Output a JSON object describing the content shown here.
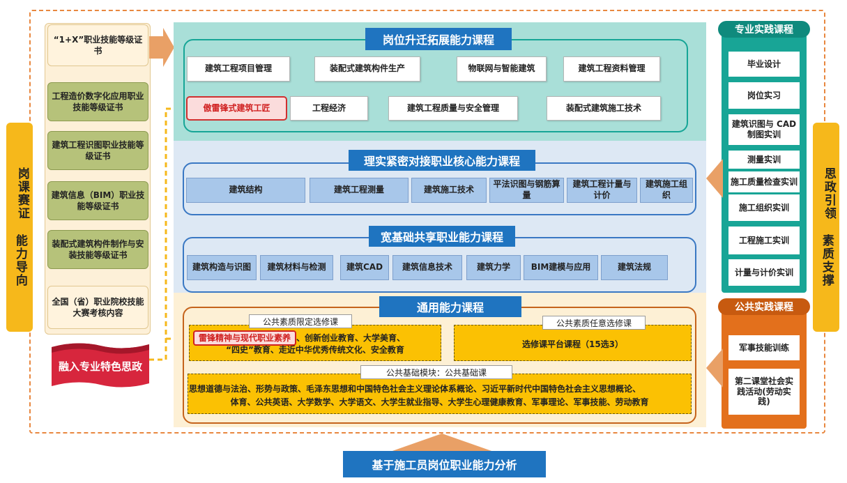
{
  "left_banner": {
    "line1": "岗课赛证",
    "line2": "能力导向"
  },
  "right_banner": {
    "line1": "思政引领",
    "line2": "素质支撑"
  },
  "certificates": [
    "“1+X”职业技能等级证书",
    "工程造价数字化应用职业技能等级证书",
    "建筑工程识图职业技能等级证书",
    "建筑信息（BIM）职业技能等级证书",
    "装配式建筑构件制作与安装技能等级证书",
    "全国（省）职业院校技能大赛考核内容"
  ],
  "ribbon": "融入专业特色思政",
  "section1": {
    "title": "岗位升迁拓展能力课程",
    "row1": [
      "建筑工程项目管理",
      "装配式建筑构件生产",
      "物联网与智能建筑",
      "建筑工程资料管理"
    ],
    "row2": [
      "傲雷锋式建筑工匠",
      "工程经济",
      "建筑工程质量与安全管理",
      "装配式建筑施工技术"
    ]
  },
  "section2": {
    "title": "理实紧密对接职业核心能力课程",
    "items": [
      "建筑结构",
      "建筑工程测量",
      "建筑施工技术",
      "平法识图与钢筋算量",
      "建筑工程计量与计价",
      "建筑施工组织"
    ]
  },
  "section3": {
    "title": "宽基础共享职业能力课程",
    "items": [
      "建筑构造与识图",
      "建筑材料与检测",
      "建筑CAD",
      "建筑信息技术",
      "建筑力学",
      "BIM建模与应用",
      "建筑法规"
    ]
  },
  "section4": {
    "title": "通用能力课程",
    "limited_label": "公共素质限定选修课",
    "limited_highlight": "雷锋精神与现代职业素养",
    "limited_rest1": "、创新创业教育、大学美育、",
    "limited_rest2": "“四史”教育、走近中华优秀传统文化、安全教育",
    "optional_label": "公共素质任意选修课",
    "optional_text": "选修课平台课程（15选3）",
    "basic_label": "公共基础模块：公共基础课",
    "basic_line1": "思想道德与法治、形势与政策、毛泽东思想和中国特色社会主义理论体系概论、习近平新时代中国特色社会主义思想概论、",
    "basic_line2": "体育、公共英语、大学数学、大学语文、大学生就业指导、大学生心理健康教育、军事理论、军事技能、劳动教育"
  },
  "practice": {
    "title": "专业实践课程",
    "items": [
      "毕业设计",
      "岗位实习",
      "建筑识图与 CAD 制图实训",
      "测量实训",
      "施工质量检查实训",
      "施工组织实训",
      "工程施工实训",
      "计量与计价实训"
    ]
  },
  "public_practice": {
    "title": "公共实践课程",
    "items": [
      "军事技能训练",
      "第二课堂社会实践活动(劳动实践)"
    ]
  },
  "bottom_label": "基于施工员岗位职业能力分析",
  "colors": {
    "title_blue": "#1f74c0",
    "teal": "#18a596",
    "orange": "#e3701c",
    "gold": "#f6b81b",
    "frame_orange": "#e8873f"
  }
}
